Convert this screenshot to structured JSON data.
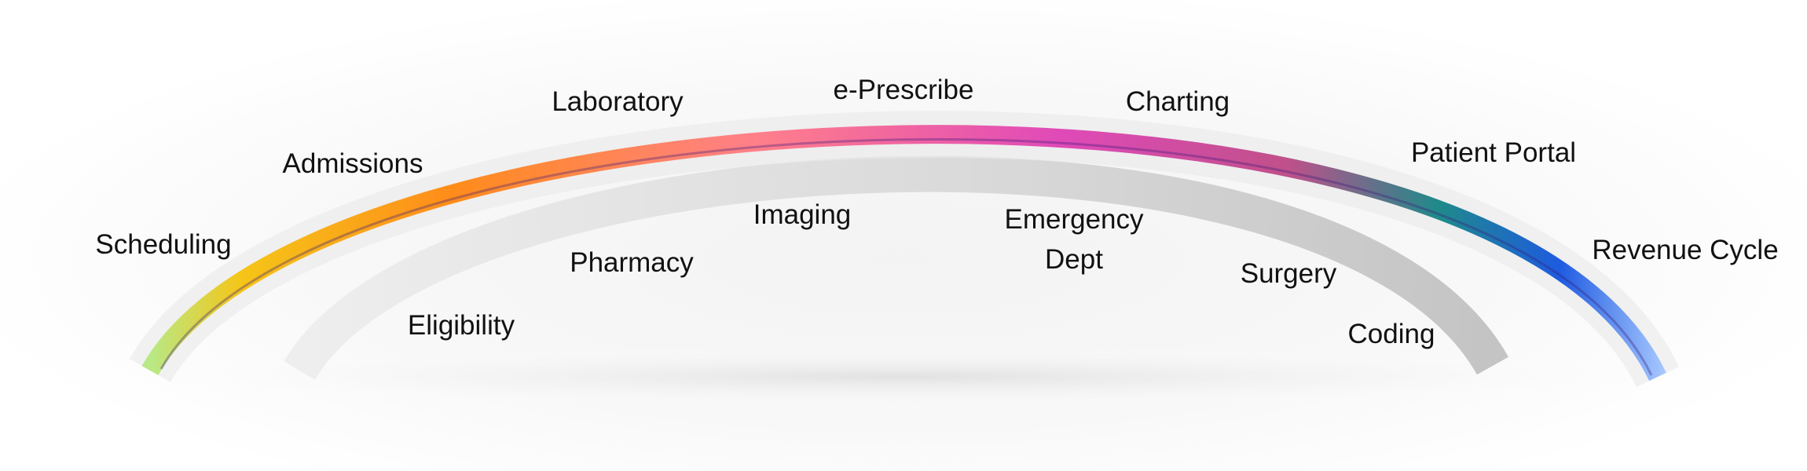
{
  "diagram": {
    "outer_labels": [
      "Scheduling",
      "Admissions",
      "Laboratory",
      "e-Prescribe",
      "Charting",
      "Patient Portal",
      "Revenue Cycle"
    ],
    "inner_labels": [
      "Eligibility",
      "Pharmacy",
      "Imaging",
      "Emergency",
      "Dept",
      "Surgery",
      "Coding"
    ],
    "arc_colors": [
      "#b8e986",
      "#f5c518",
      "#ff8c1a",
      "#ff6fa0",
      "#e04ab8",
      "#6a2a8a",
      "#1f8a8a",
      "#1e5be0",
      "#a8c8ff"
    ]
  }
}
